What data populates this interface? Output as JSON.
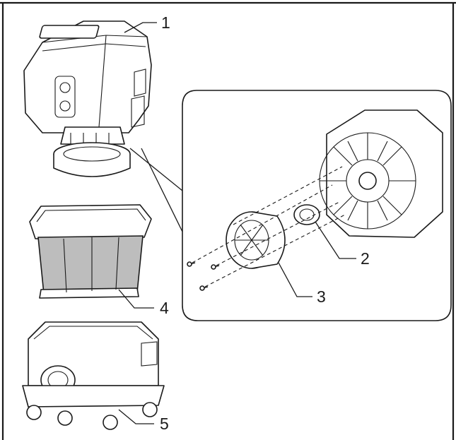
{
  "callouts": [
    {
      "label": "1"
    },
    {
      "label": "2"
    },
    {
      "label": "3"
    },
    {
      "label": "4"
    },
    {
      "label": "5"
    }
  ],
  "colors": {
    "line": "#1a1a1a",
    "filter_fill": "#bdbdbd",
    "background": "#ffffff"
  }
}
